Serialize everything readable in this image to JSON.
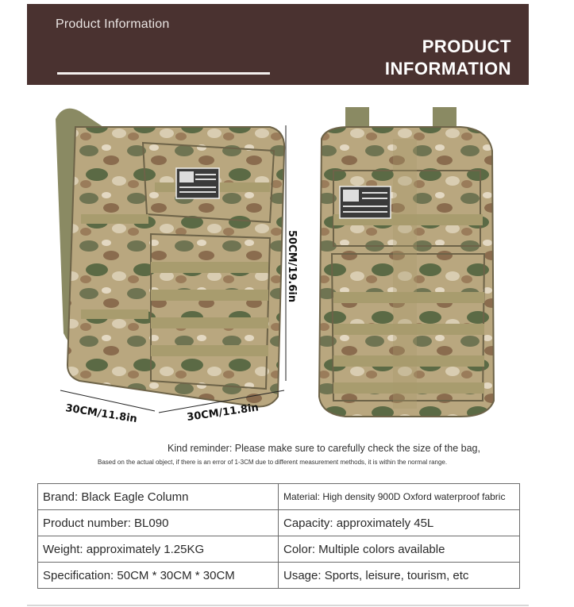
{
  "banner": {
    "subtitle": "Product Information",
    "title_line1": "PRODUCT",
    "title_line2": "INFORMATION",
    "bg_color": "#4a3230"
  },
  "dimensions": {
    "height": "50CM/19.6in",
    "depth": "30CM/11.8in",
    "width": "30CM/11.8in"
  },
  "reminder": {
    "main": "Kind reminder: Please make sure to carefully check the size of the bag,",
    "fine_print": "Based on the actual object, if there is an error of 1-3CM due to different measurement methods, it is within the normal range."
  },
  "specs": {
    "rows": [
      {
        "left": "Brand: Black Eagle Column",
        "right": "Material: High density 900D Oxford waterproof fabric"
      },
      {
        "left": "Product number: BL090",
        "right": "Capacity: approximately 45L"
      },
      {
        "left": "Weight: approximately 1.25KG",
        "right": "Color: Multiple colors available"
      },
      {
        "left": "Specification: 50CM * 30CM * 30CM",
        "right": "Usage: Sports, leisure, tourism, etc"
      }
    ]
  }
}
